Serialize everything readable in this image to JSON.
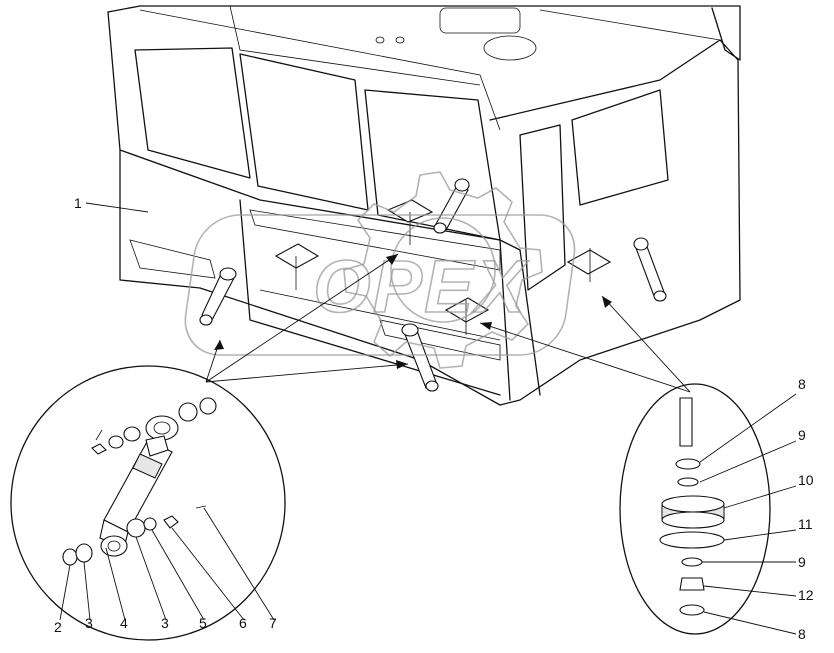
{
  "callouts": {
    "c1": "1",
    "c2": "2",
    "c3a": "3",
    "c4": "4",
    "c3b": "3",
    "c5": "5",
    "c6": "6",
    "c7": "7",
    "c8a": "8",
    "c9a": "9",
    "c10": "10",
    "c11": "11",
    "c9b": "9",
    "c12": "12",
    "c8b": "8"
  },
  "watermark": {
    "text": "OPEX",
    "icon": "gear-icon"
  },
  "colors": {
    "line": "#111111",
    "watermark": "#9a9a9a",
    "background": "#ffffff"
  }
}
